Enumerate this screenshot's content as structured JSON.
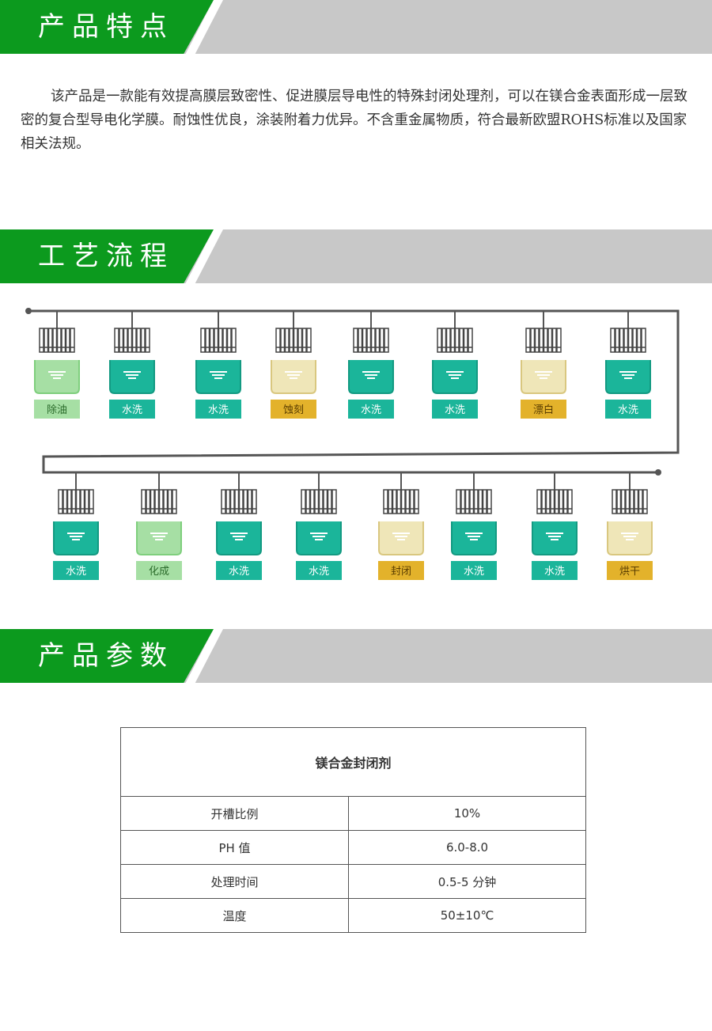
{
  "sections": [
    {
      "title": "产品特点"
    },
    {
      "title": "工艺流程"
    },
    {
      "title": "产品参数"
    }
  ],
  "intro": "该产品是一款能有效提高膜层致密性、促进膜层导电性的特殊封闭处理剂，可以在镁合金表面形成一层致密的复合型导电化学膜。耐蚀性优良，涂装附着力优异。不含重金属物质，符合最新欧盟ROHS标准以及国家相关法规。",
  "colors": {
    "accent_green": "#0c9a1e",
    "banner_gray": "#c8c8c8",
    "rinse_teal": "#1bb59a",
    "light_green": "#a6dfa4",
    "gold": "#e3b22b",
    "pale_yellow": "#efe6b8"
  },
  "process": {
    "row1": [
      {
        "label": "除油",
        "style": "lightgreen"
      },
      {
        "label": "水洗",
        "style": "teal"
      },
      {
        "label": "水洗",
        "style": "teal"
      },
      {
        "label": "蚀刻",
        "style": "gold"
      },
      {
        "label": "水洗",
        "style": "teal"
      },
      {
        "label": "水洗",
        "style": "teal"
      },
      {
        "label": "漂白",
        "style": "gold"
      },
      {
        "label": "水洗",
        "style": "teal"
      }
    ],
    "row2": [
      {
        "label": "水洗",
        "style": "teal"
      },
      {
        "label": "化成",
        "style": "lightgreen"
      },
      {
        "label": "水洗",
        "style": "teal"
      },
      {
        "label": "水洗",
        "style": "teal"
      },
      {
        "label": "封闭",
        "style": "gold"
      },
      {
        "label": "水洗",
        "style": "teal"
      },
      {
        "label": "水洗",
        "style": "teal"
      },
      {
        "label": "烘干",
        "style": "gold"
      }
    ]
  },
  "params_table": {
    "header": "镁合金封闭剂",
    "rows": [
      {
        "label": "开槽比例",
        "value": "10%"
      },
      {
        "label": "PH 值",
        "value": "6.0-8.0"
      },
      {
        "label": "处理时间",
        "value": "0.5-5 分钟"
      },
      {
        "label": "温度",
        "value": "50±10℃"
      }
    ]
  }
}
